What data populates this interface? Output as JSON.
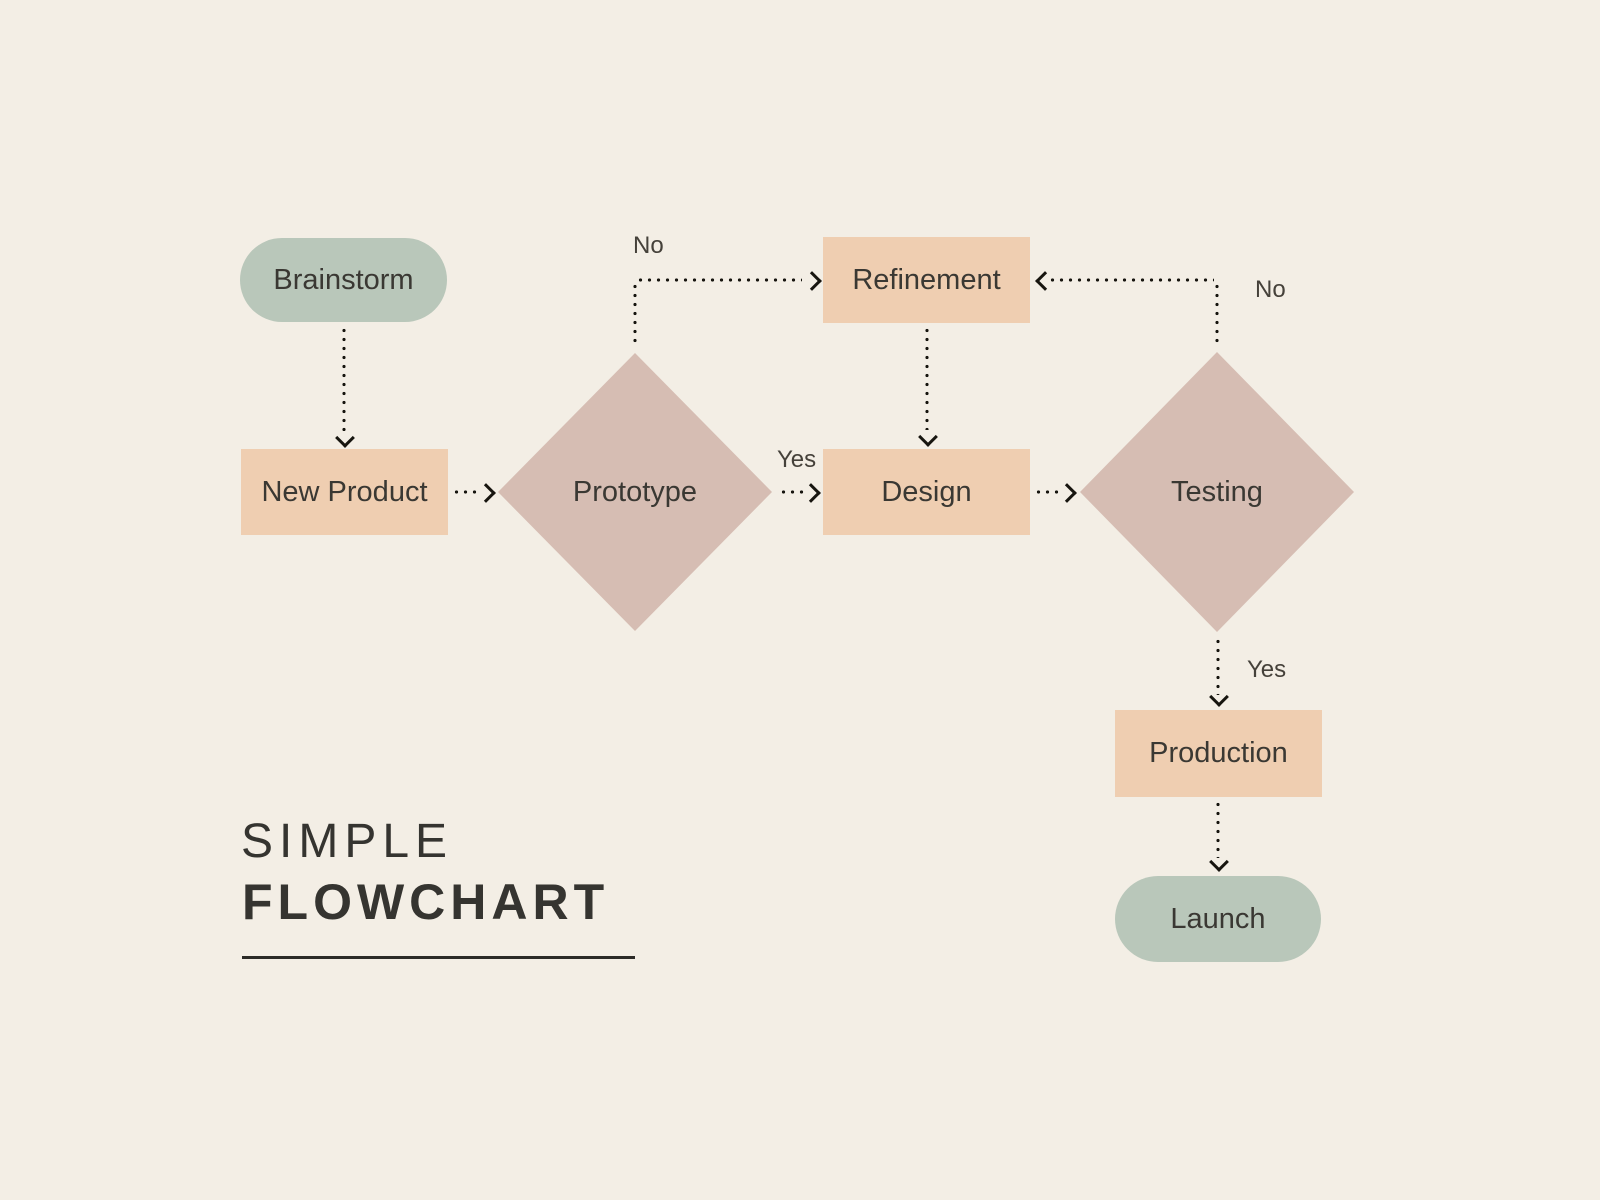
{
  "title": {
    "line1": "SIMPLE",
    "line2": "FLOWCHART"
  },
  "nodes": {
    "brainstorm": {
      "label": "Brainstorm",
      "type": "terminal"
    },
    "new_product": {
      "label": "New Product",
      "type": "process"
    },
    "prototype": {
      "label": "Prototype",
      "type": "decision"
    },
    "refinement": {
      "label": "Refinement",
      "type": "process"
    },
    "design": {
      "label": "Design",
      "type": "process"
    },
    "testing": {
      "label": "Testing",
      "type": "decision"
    },
    "production": {
      "label": "Production",
      "type": "process"
    },
    "launch": {
      "label": "Launch",
      "type": "terminal"
    }
  },
  "edges": [
    {
      "from": "brainstorm",
      "to": "new_product",
      "label": ""
    },
    {
      "from": "new_product",
      "to": "prototype",
      "label": ""
    },
    {
      "from": "prototype",
      "to": "design",
      "label": "Yes"
    },
    {
      "from": "prototype",
      "to": "refinement",
      "label": "No"
    },
    {
      "from": "refinement",
      "to": "design",
      "label": ""
    },
    {
      "from": "design",
      "to": "testing",
      "label": ""
    },
    {
      "from": "testing",
      "to": "refinement",
      "label": "No"
    },
    {
      "from": "testing",
      "to": "production",
      "label": "Yes"
    },
    {
      "from": "production",
      "to": "launch",
      "label": ""
    }
  ],
  "colors": {
    "background": "#f3eee5",
    "terminal": "#b9c7ba",
    "process": "#efceb1",
    "decision": "#d6bdb3",
    "line": "#17150f",
    "node_text": "#3a3833",
    "edge_text": "#45413a",
    "title_text": "#353430",
    "underline": "#2c2b27"
  }
}
